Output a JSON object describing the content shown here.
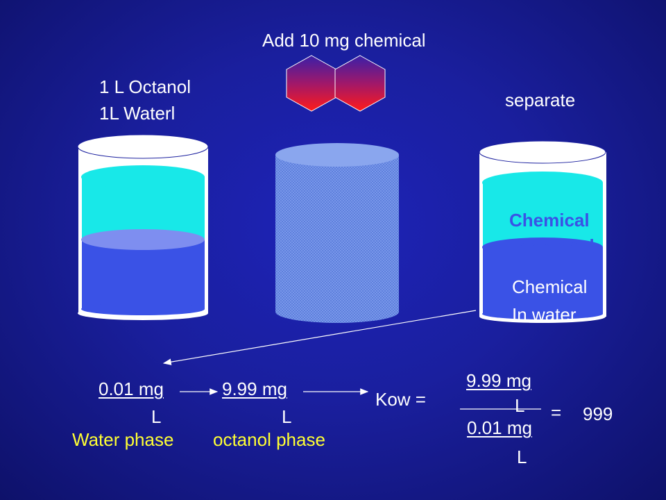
{
  "title": "Add 10 mg chemical",
  "left_beaker_label": {
    "line1": "1 L Octanol",
    "line2": "1L  Waterl"
  },
  "right_label": "separate",
  "right_beaker": {
    "octanol_line1": "Chemical",
    "octanol_line2": "In octanol",
    "water_line1": "Chemical",
    "water_line2": "In water"
  },
  "equation": {
    "water_num": "0.01 mg",
    "water_den": "L",
    "octanol_num": "9.99 mg",
    "octanol_den": "L",
    "water_phase_label": "Water phase",
    "octanol_phase_label": "octanol phase",
    "kow_label": "Kow  =",
    "frac_num_top": "9.99 mg",
    "frac_num_bottom": "L",
    "frac_den_top": "0.01 mg",
    "frac_den_bottom": "L",
    "equals": "=",
    "result": "999"
  },
  "colors": {
    "background": "#1a1f9e",
    "octanol_layer": "#18e8e8",
    "water_layer": "#3a52e6",
    "mixed_cylinder": "#6f8fe6",
    "chemical_text_octanol": "#3a52e6",
    "phase_label": "#ffff33",
    "molecule_top": "#3a1fa8",
    "molecule_bottom": "#ff1a1a"
  }
}
